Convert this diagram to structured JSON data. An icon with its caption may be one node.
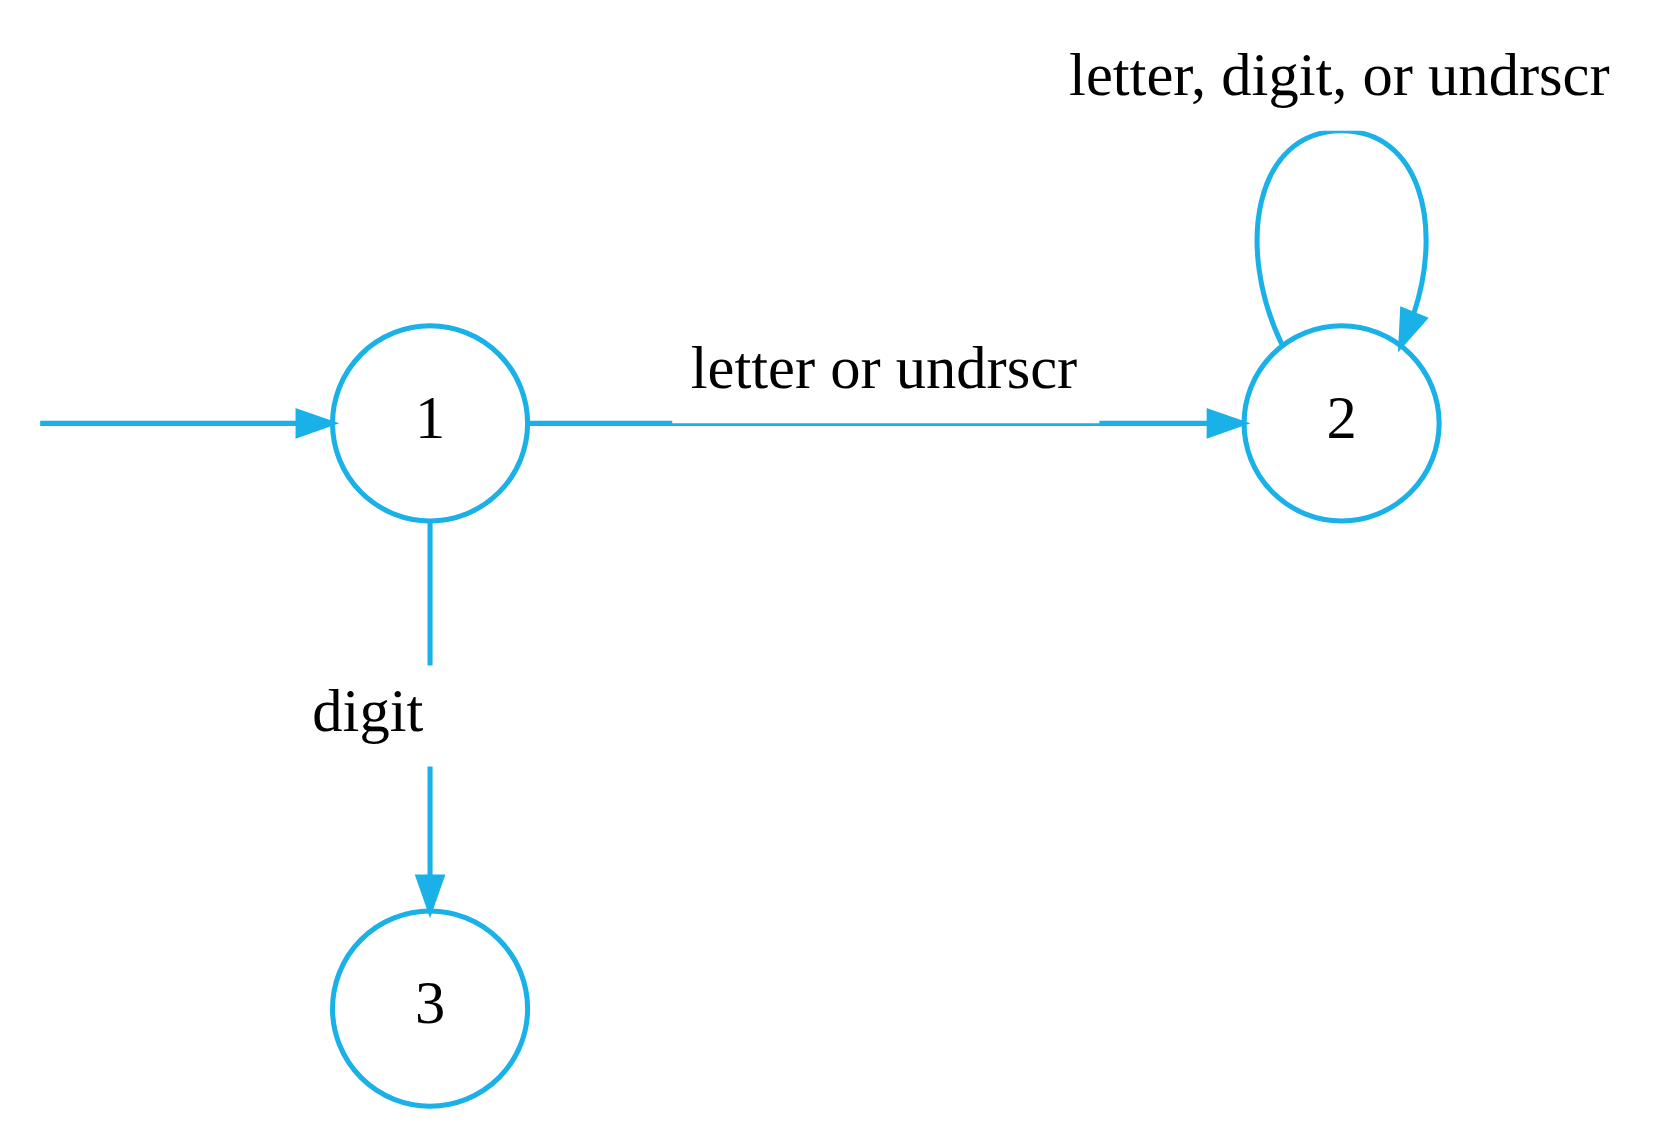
{
  "diagram": {
    "nodes": [
      {
        "text": [
          "1"
        ]
      },
      {
        "text": [
          "2"
        ]
      },
      {
        "text": [
          "3"
        ]
      }
    ],
    "edges": [
      {
        "from": null,
        "to": 0,
        "arrow": "to"
      },
      {
        "from": 0,
        "to": 1,
        "arrow": "to",
        "label": "letter or undrscr"
      },
      {
        "from": 1,
        "to": 1,
        "arrow": "to",
        "label": "letter, digit, or undrscr"
      },
      {
        "from": 0,
        "to": 2,
        "arrow": "to",
        "label": "digit"
      }
    ]
  }
}
